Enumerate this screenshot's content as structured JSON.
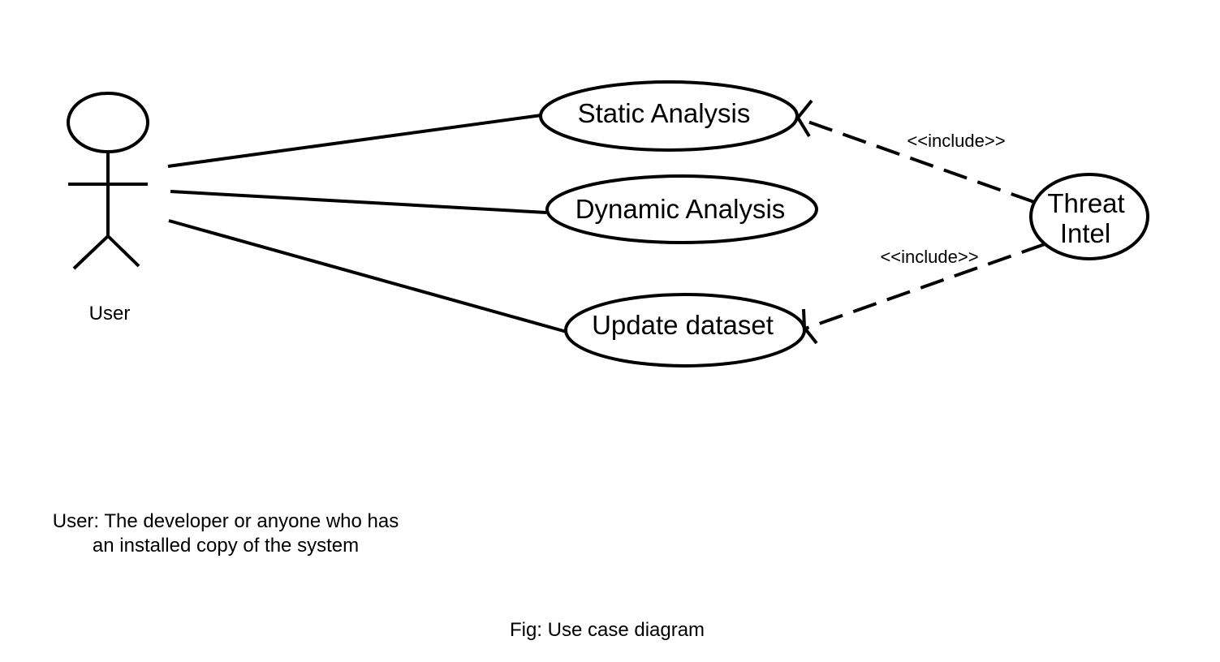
{
  "actor": {
    "name": "User"
  },
  "use_cases": {
    "static_analysis": "Static Analysis",
    "dynamic_analysis": "Dynamic Analysis",
    "update_dataset": "Update dataset",
    "threat_intel_line1": "Threat",
    "threat_intel_line2": "Intel"
  },
  "relationships": {
    "include_top": "<<include>>",
    "include_bottom": "<<include>>"
  },
  "note": {
    "line1": "User: The developer or anyone who has",
    "line2": "an installed copy of the system"
  },
  "caption": "Fig: Use case diagram"
}
